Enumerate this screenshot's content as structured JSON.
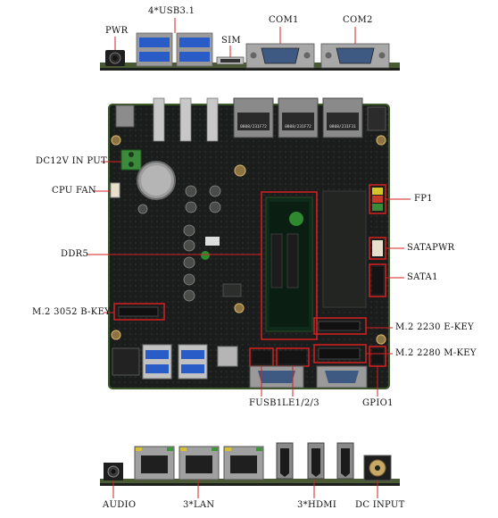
{
  "top_panel": {
    "labels": {
      "usb": "4*USB3.1",
      "com1": "COM1",
      "com2": "COM2",
      "pwr": "PWR",
      "sim": "SIM"
    }
  },
  "board": {
    "left_labels": {
      "dc_in": "DC12V IN PUT",
      "cpu_fan": "CPU FAN",
      "ddr5": "DDR5",
      "m2_bkey": "M.2 3052 B-KEY"
    },
    "right_labels": {
      "fp1": "FP1",
      "satapwr": "SATAPWR",
      "sata1": "SATA1",
      "m2_ekey": "M.2 2230 E-KEY",
      "m2_mkey": "M.2 2280 M-KEY"
    },
    "bottom_labels": {
      "fusb1": "FUSB1",
      "le": "LE1/2/3",
      "gpio": "GPIO1"
    },
    "chip_text": {
      "rj45_1": "0808/231F72",
      "rj45_2": "0808/231F72",
      "rj45_3": "0808/231F31"
    }
  },
  "rear_panel": {
    "labels": {
      "audio": "AUDIO",
      "lan": "3*LAN",
      "hdmi": "3*HDMI",
      "dc": "DC INPUT"
    }
  },
  "colors": {
    "pcb": "#1b1d1c",
    "pcb_green_edge": "#3a5a2a",
    "callout": "#d62020",
    "port_metal": "#b8b8b8",
    "usb_blue": "#2a5cc8",
    "db9_blue": "#3f5a82",
    "top_strip": "#4a5a34"
  }
}
